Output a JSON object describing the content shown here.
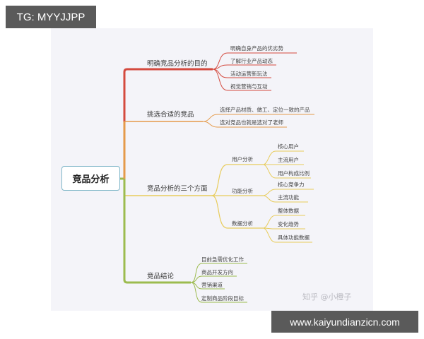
{
  "overlays": {
    "top_left_badge": "TG: MYYJJPP",
    "bottom_right_badge": "www.kaiyundianzicn.com",
    "watermark": "知乎 @小橙子"
  },
  "mindmap": {
    "root": "竞品分析",
    "colors": {
      "branch1": "#d44a3f",
      "branch2": "#e59a4a",
      "branch3": "#e8cc5c",
      "branch4": "#9cbb4f",
      "root_border": "#7fb6c8",
      "panel_bg": "#f4f4f9"
    },
    "branches": [
      {
        "label": "明确竞品分析的目的",
        "children": [
          {
            "label": "明确自身产品的优劣势"
          },
          {
            "label": "了解行业产品动态"
          },
          {
            "label": "活动运营新玩法"
          },
          {
            "label": "视觉营销与互动"
          }
        ]
      },
      {
        "label": "挑选合适的竞品",
        "children": [
          {
            "label": "选择产品材质、做工、定位一致的产品"
          },
          {
            "label": "选对竞品也就是选对了老师"
          }
        ]
      },
      {
        "label": "竞品分析的三个方面",
        "children": [
          {
            "label": "用户分析",
            "children": [
              {
                "label": "核心用户"
              },
              {
                "label": "主流用户"
              },
              {
                "label": "用户构成比例"
              }
            ]
          },
          {
            "label": "功能分析",
            "children": [
              {
                "label": "核心竞争力"
              },
              {
                "label": "主流功能"
              }
            ]
          },
          {
            "label": "数据分析",
            "children": [
              {
                "label": "整体数据"
              },
              {
                "label": "变化趋势"
              },
              {
                "label": "具体功能数据"
              }
            ]
          }
        ]
      },
      {
        "label": "竞品结论",
        "children": [
          {
            "label": "目前急需优化工作"
          },
          {
            "label": "商品开发方向"
          },
          {
            "label": "营销渠道"
          },
          {
            "label": "定制商品阶段目标"
          }
        ]
      }
    ]
  }
}
